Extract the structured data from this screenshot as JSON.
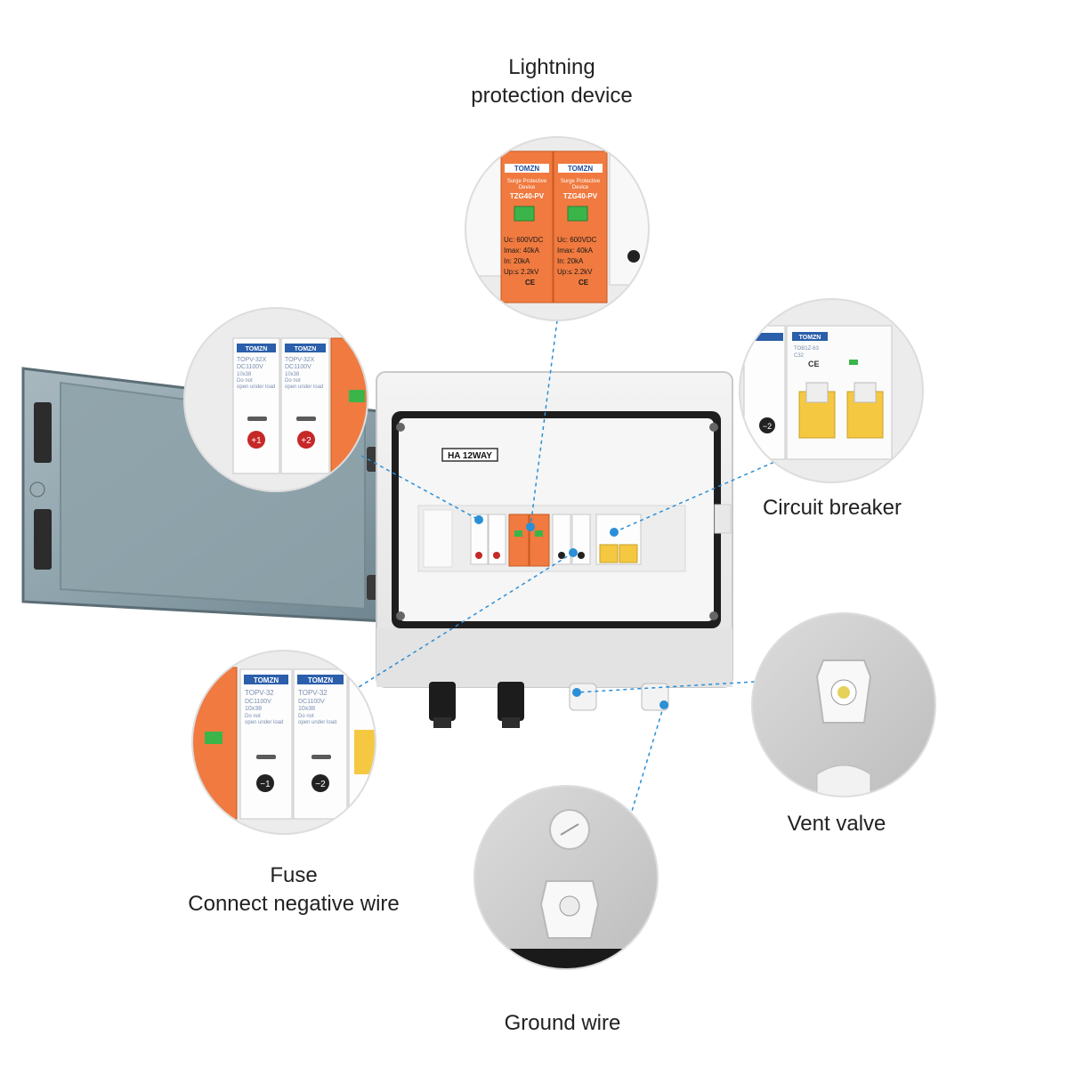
{
  "labels": {
    "lightning": [
      "Lightning",
      "protection device"
    ],
    "circuit_breaker": "Circuit breaker",
    "vent_valve": "Vent valve",
    "fuse": [
      "Fuse",
      "Connect negative wire"
    ],
    "ground_wire": "Ground wire"
  },
  "product": {
    "model_plate": "HA 12WAY"
  },
  "spd": {
    "brand": "TOMZN",
    "name_line1": "Surge Protective",
    "name_line2": "Device",
    "model": "TZG40-PV",
    "uc": "Uc:  600VDC",
    "imax": "Imax: 40kA",
    "in": "In:    20kA",
    "up": "Up:≤ 2.2kV",
    "ce": "CE"
  },
  "fuse_holder": {
    "brand": "TOMZN",
    "model": "TOPV-32",
    "model_x": "TOPV-32X",
    "rating": "DC1100V",
    "size": "10x38",
    "warn1": "Do not",
    "warn2": "open under load",
    "pos1": "+1",
    "pos2": "+2",
    "neg1": "−1",
    "neg2": "−2"
  },
  "breaker": {
    "brand": "TOMZN",
    "model": "TOB1Z-63",
    "rating": "C32",
    "ce": "CE",
    "neg": "−2"
  },
  "colors": {
    "spd_orange": "#f07a3f",
    "breaker_yellow": "#f5c842",
    "callout_blue": "#2a8fd6",
    "enclosure_gray": "#ececec",
    "door_tint": "#7f9aa6"
  }
}
